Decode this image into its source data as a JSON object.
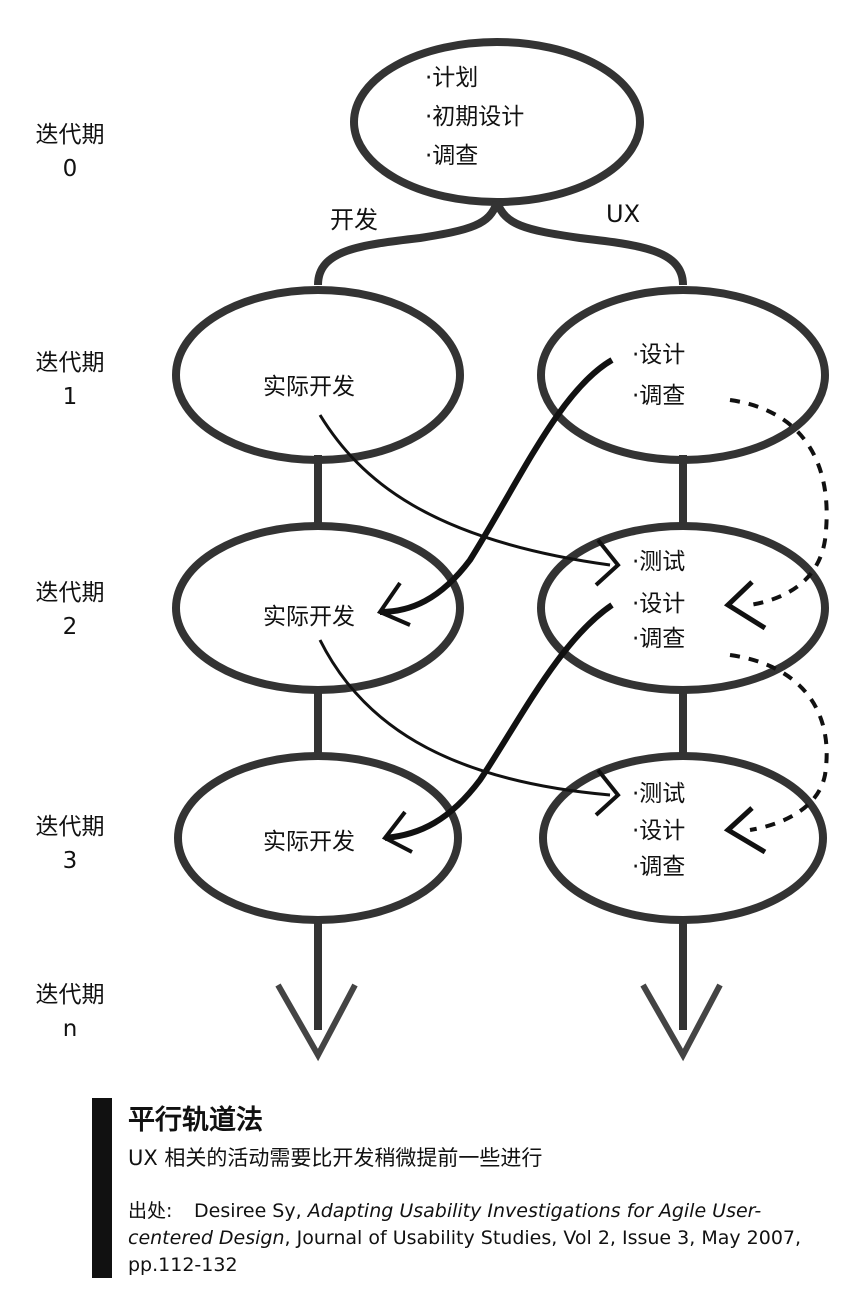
{
  "iterations": [
    {
      "title": "迭代期",
      "number": "0"
    },
    {
      "title": "迭代期",
      "number": "1"
    },
    {
      "title": "迭代期",
      "number": "2"
    },
    {
      "title": "迭代期",
      "number": "3"
    },
    {
      "title": "迭代期",
      "number": "n"
    }
  ],
  "top_node": {
    "items": [
      "·计划",
      "·初期设计",
      "·调查"
    ]
  },
  "tracks": {
    "dev": "开发",
    "ux": "UX"
  },
  "dev_nodes": [
    "实际开发",
    "实际开发",
    "实际开发"
  ],
  "ux_nodes": [
    {
      "items": [
        "·设计",
        "·调查"
      ]
    },
    {
      "items": [
        "·测试",
        "·设计",
        "·调查"
      ]
    },
    {
      "items": [
        "·测试",
        "·设计",
        "·调查"
      ]
    }
  ],
  "caption": {
    "title": "平行轨道法",
    "subtitle": "UX 相关的活动需要比开发稍微提前一些进行",
    "source_prefix": "出处:",
    "source_author": "Desiree Sy, ",
    "source_title": "Adapting Usability Investigations for Agile User-centered Design",
    "source_rest": ", Journal of Usability Studies, Vol 2, Issue 3, May 2007, pp.112-132"
  }
}
